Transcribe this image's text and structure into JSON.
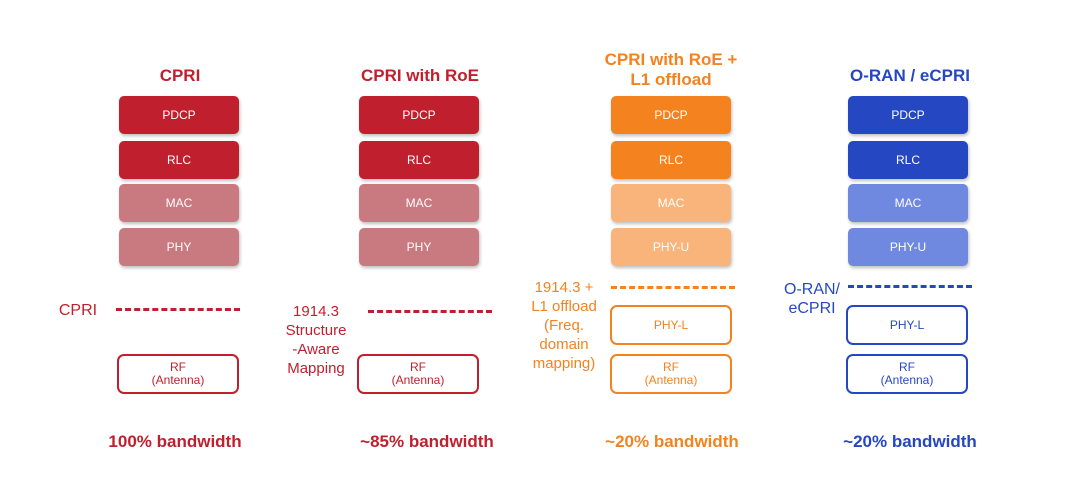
{
  "colors": {
    "red_dark": "#c0202e",
    "red_light": "#c97a80",
    "orange_dark": "#f4821f",
    "orange_light": "#f8b47a",
    "blue_dark": "#2548c2",
    "blue_light": "#6f88e0"
  },
  "columns": [
    {
      "title": "CPRI",
      "layers": [
        "PDCP",
        "RLC",
        "MAC",
        "PHY"
      ],
      "split_label": "CPRI",
      "lower_box": "",
      "rf_label": "RF",
      "rf_sub": "(Antenna)",
      "bandwidth": "100% bandwidth"
    },
    {
      "title": "CPRI with RoE",
      "layers": [
        "PDCP",
        "RLC",
        "MAC",
        "PHY"
      ],
      "split_label_lines": [
        "1914.3",
        "Structure",
        "-Aware",
        "Mapping"
      ],
      "rf_label": "RF",
      "rf_sub": "(Antenna)",
      "bandwidth": "~85% bandwidth"
    },
    {
      "title_lines": [
        "CPRI with RoE +",
        "L1 offload"
      ],
      "layers": [
        "PDCP",
        "RLC",
        "MAC",
        "PHY-U"
      ],
      "split_label_lines": [
        "1914.3 +",
        "L1 offload",
        "(Freq.",
        "domain",
        "mapping)"
      ],
      "lower_box": "PHY-L",
      "rf_label": "RF",
      "rf_sub": "(Antenna)",
      "bandwidth": "~20% bandwidth"
    },
    {
      "title": "O-RAN / eCPRI",
      "layers": [
        "PDCP",
        "RLC",
        "MAC",
        "PHY-U"
      ],
      "split_label_lines": [
        "O-RAN/",
        "eCPRI"
      ],
      "lower_box": "PHY-L",
      "rf_label": "RF",
      "rf_sub": "(Antenna)",
      "bandwidth": "~20% bandwidth"
    }
  ]
}
